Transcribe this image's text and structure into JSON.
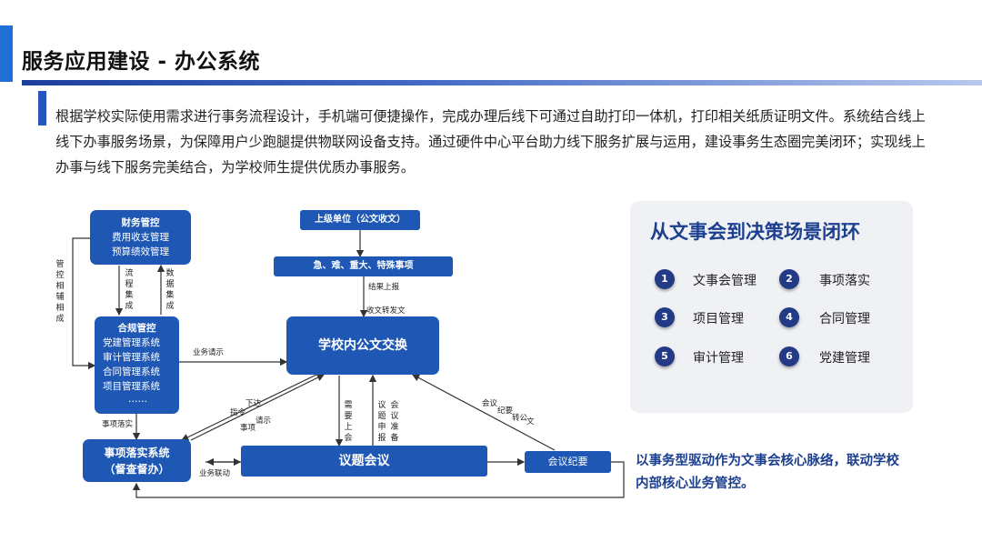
{
  "title": "服务应用建设 - 办公系统",
  "intro": "根据学校实际使用需求进行事务流程设计，手机端可便捷操作，完成办理后线下可通过自助打印一体机，打印相关纸质证明文件。系统结合线上线下办事服务场景，为保障用户少跑腿提供物联网设备支持。通过硬件中心平台助力线下服务扩展与运用，建设事务生态圈完美闭环；实现线上办事与线下服务完美结合，为学校师生提供优质办事服务。",
  "diagram": {
    "finance": {
      "title": "财务管控",
      "lines": [
        "费用收支管理",
        "预算绩效管理"
      ]
    },
    "compliance": {
      "title": "合规管控",
      "lines": [
        "党建管理系统",
        "审计管理系统",
        "合同管理系统",
        "项目管理系统",
        "……"
      ]
    },
    "superior": "上级单位（公文收文）",
    "urgent": "急、难、重大、特殊事项",
    "exchange": "学校内公文交换",
    "implement": {
      "title": "事项落实系统",
      "sub": "（督查督办）"
    },
    "meeting": "议题会议",
    "minutes": "会议纪要",
    "labels": {
      "supervise": "管控相辅相成",
      "flow_integration": "流程集成",
      "data_integration": "数据集成",
      "result_report": "结果上报",
      "receive_forward": "收文转发文",
      "business_request": "业务请示",
      "issue_order_1": "下达",
      "issue_order_2": "指令",
      "request_matter_1": "请示",
      "request_matter_2": "事项",
      "need_meeting": "需要上会",
      "topic_report": "议题申报",
      "meeting_prep": "会议准备",
      "minutes_forward_1": "会议",
      "minutes_forward_2": "纪要",
      "minutes_forward_3": "转公",
      "minutes_forward_4": "文",
      "matter_implement": "事项落实",
      "business_link": "业务联动"
    }
  },
  "panel": {
    "title": "从文事会到决策场景闭环",
    "items": [
      {
        "num": "1",
        "label": "文事会管理"
      },
      {
        "num": "2",
        "label": "事项落实"
      },
      {
        "num": "3",
        "label": "项目管理"
      },
      {
        "num": "4",
        "label": "合同管理"
      },
      {
        "num": "5",
        "label": "审计管理"
      },
      {
        "num": "6",
        "label": "党建管理"
      }
    ]
  },
  "conclusion": "以事务型驱动作为文事会核心脉络，联动学校内部核心业务管控。",
  "colors": {
    "primary": "#1e57b4",
    "dark": "#1c3f8f",
    "accent": "#1e6fd6"
  }
}
